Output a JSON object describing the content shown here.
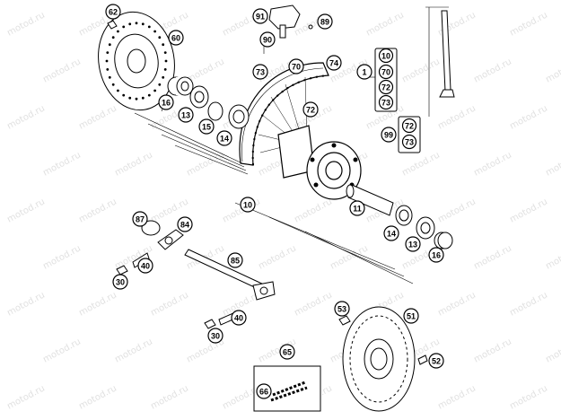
{
  "diagram": {
    "callouts": {
      "c62": "62",
      "c60": "60",
      "c91": "91",
      "c89": "89",
      "c90": "90",
      "c73a": "73",
      "c70a": "70",
      "c74": "74",
      "c1": "1",
      "k10": "10",
      "k70": "70",
      "k72": "72",
      "k73": "73",
      "c16a": "16",
      "c13a": "13",
      "c15": "15",
      "c14a": "14",
      "c72a": "72",
      "c99": "99",
      "k2_72": "72",
      "k2_73": "73",
      "c10": "10",
      "c11": "11",
      "c87": "87",
      "c84": "84",
      "c85": "85",
      "c40a": "40",
      "c30a": "30",
      "c14b": "14",
      "c13b": "13",
      "c16b": "16",
      "c53": "53",
      "c51": "51",
      "c40b": "40",
      "c30b": "30",
      "c65": "65",
      "c66": "66",
      "c52": "52"
    },
    "watermark": "motod.ru"
  }
}
